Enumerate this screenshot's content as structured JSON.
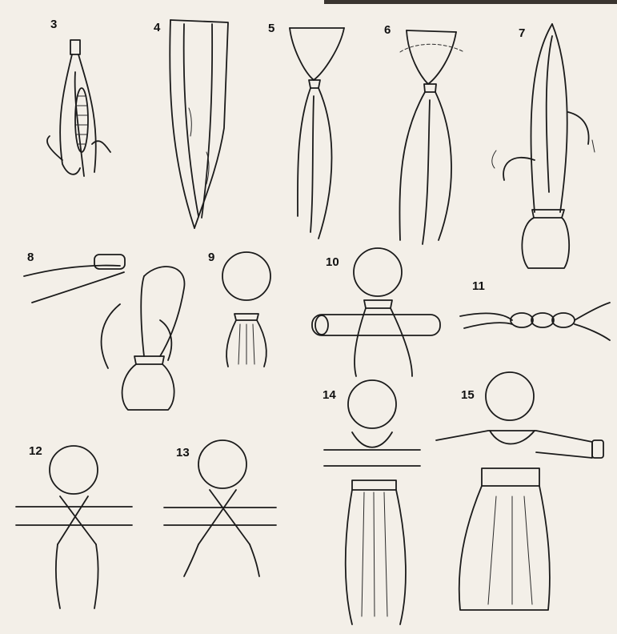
{
  "steps": [
    {
      "label": "3"
    },
    {
      "label": "4"
    },
    {
      "label": "5"
    },
    {
      "label": "6"
    },
    {
      "label": "7"
    },
    {
      "label": "8"
    },
    {
      "label": "9"
    },
    {
      "label": "10"
    },
    {
      "label": "11"
    },
    {
      "label": "12"
    },
    {
      "label": "13"
    },
    {
      "label": "14"
    },
    {
      "label": "15"
    }
  ],
  "colors": {
    "paper": "#f3efe8",
    "ink": "#1b1b1b",
    "corner_photo": "#3a3530"
  }
}
